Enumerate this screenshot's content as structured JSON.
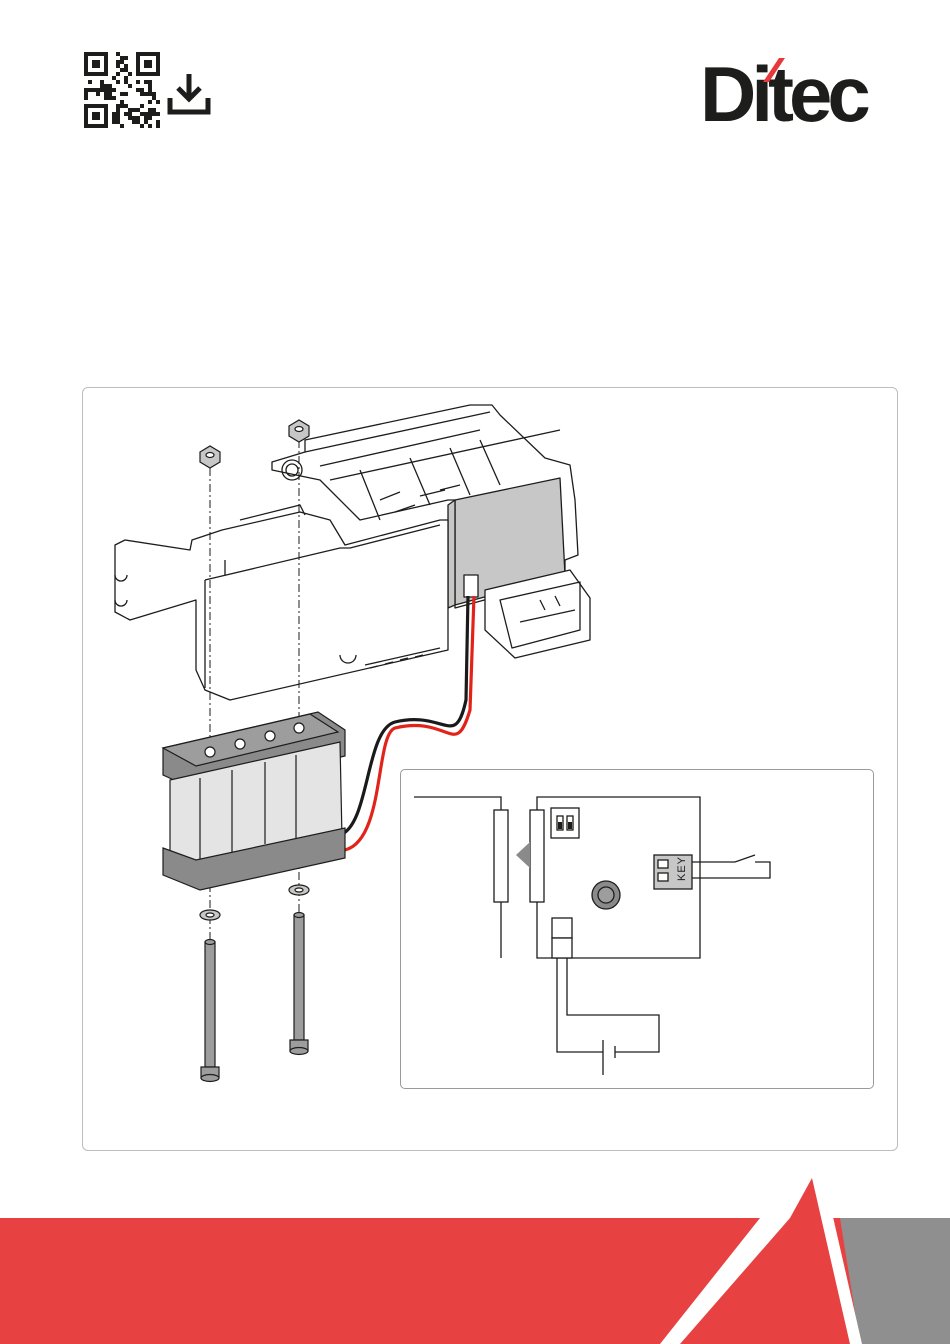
{
  "header": {
    "qr_code": "qr-code",
    "download_icon": "download-icon"
  },
  "brand": {
    "name": "Ditec",
    "color": "#1d1d1b",
    "accent": "#e8393a"
  },
  "schematic": {
    "key_label": "KEY"
  },
  "colors": {
    "footer_red": "#e84141",
    "footer_gray": "#8f8f8f",
    "battery_gray": "#8a8a8a",
    "board_gray": "#c7c7c7",
    "wire_red": "#e2231a",
    "wire_black": "#1a1a1a"
  }
}
